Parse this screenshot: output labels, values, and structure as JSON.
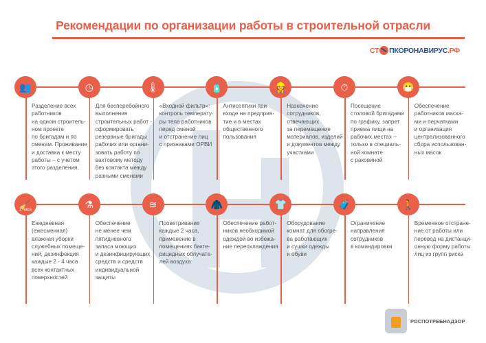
{
  "title": "Рекомендации по организации работы в строительной отрасли",
  "logo": {
    "prefix": "СТ",
    "suffix": "ПКОРОНАВИРУС",
    "domain": ".РФ",
    "text": "СТОПКОРОНАВИРУС.РФ"
  },
  "footer": {
    "org": "РОСПОТРЕБНАДЗОР"
  },
  "colors": {
    "accent": "#e8604a",
    "watermark": "#dde4ec",
    "text": "#555555"
  },
  "row1": [
    {
      "icon": "people-icon",
      "text": "Разделение всех\nработников\nна одном строитель-\nном проекте\nпо бригадам и по\nсменам. Проживание\nи доставка к месту\nработы – с учетом\nэтого разделения."
    },
    {
      "icon": "clock-icon",
      "text": "Для бесперебойного\nвыполнения\nстроительных работ -\nсформировать\nрезервные бригады\nрабочих или органи-\nзовать работу по\nвахтовому методу\nбез контакта между\nразными сменами"
    },
    {
      "icon": "temperature-check-icon",
      "text": "«Входной фильтр»:\nконтроль температу-\nры тела работников\nперед сменой\nи отстранение лиц\nс признаками ОРВИ"
    },
    {
      "icon": "sanitizer-icon",
      "text": "Антисептики при\nвходе на предприя-\nтие и в местах\nобщественного\nпользования"
    },
    {
      "icon": "worker-icon",
      "text": "Назначение\nсотрудников,\nотвечающих\nза перемещение\nматериалов, изделий\nи документов между\nучастками"
    },
    {
      "icon": "meal-clock-icon",
      "text": "Посещение\nстоловой бригадами\nпо графику, запрет\nприема пищи на\nрабочих местах –\nтолько в специаль-\nной комнате\nс раковиной"
    },
    {
      "icon": "mask-gloves-icon",
      "text": "Обеспечение\nработников маска-\nми и перчатками\nи организация\nцентрализованного\nсбора использован-\nных масок"
    }
  ],
  "row2": [
    {
      "icon": "cleaning-bucket-icon",
      "badge": "2 часа",
      "text": "Ежедневная\n(ежесменная)\nвлажная уборки\nслужебных помеще-\nний, дезинфекция\nкаждые 2 - 4 часа\nвсех контактных\nповерхностей"
    },
    {
      "icon": "spray-bottles-icon",
      "text": "Обеспечение\nне менее чем\nпятидневного\nзапаса моющих\nи дезинфицирующих\nсредств и средств\nиндивидуальной\nзащиты"
    },
    {
      "icon": "air-ventilation-icon",
      "text": "Проветривание\nкаждые 2 часа,\nприменение в\nпомещениях бакте-\nрицидных облучате-\nлей воздуха"
    },
    {
      "icon": "jacket-icon",
      "text": "Обеспечение работ-\nников необходимой\nодеждой во избежа-\nние переохлаждения"
    },
    {
      "icon": "drying-clothes-icon",
      "text": "Оборудование\nкомнат для обогре-\nва работающих\nи сушки одежды\nи обуви"
    },
    {
      "icon": "traveler-luggage-icon",
      "text": "Ограничение\nнаправления\nсотрудников\nв командировки"
    },
    {
      "icon": "person-leaving-icon",
      "text": "Временное отстране-\nние от работы или\nперевод на дистанци-\nонную форму работы\nлиц из групп риска"
    }
  ]
}
